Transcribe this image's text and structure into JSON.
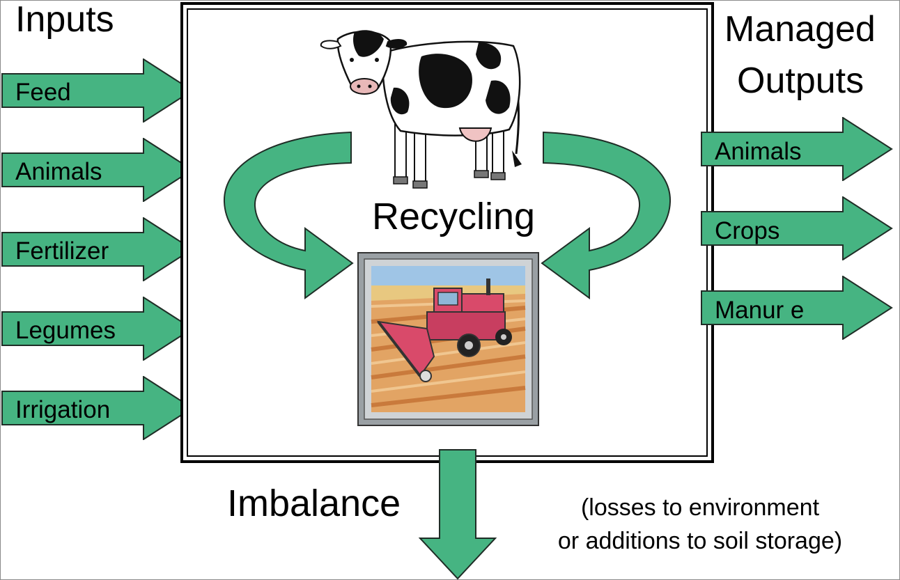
{
  "headings": {
    "inputs": "Inputs",
    "outputs_line1": "Managed",
    "outputs_line2": "Outputs"
  },
  "inputs": [
    {
      "label": "Feed"
    },
    {
      "label": "Animals"
    },
    {
      "label": "Fertilizer"
    },
    {
      "label": "Legumes"
    },
    {
      "label": "Irrigation"
    }
  ],
  "outputs": [
    {
      "label": "Animals"
    },
    {
      "label": "Crops"
    },
    {
      "label": "Manur e"
    }
  ],
  "center": {
    "recycling": "Recycling"
  },
  "imbalance": {
    "label": "Imbalance",
    "note_line1": "(losses to environment",
    "note_line2": "or additions to soil storage)"
  },
  "colors": {
    "arrow_fill": "#46b482",
    "arrow_stroke": "#1f2d26",
    "box_border": "#000000"
  }
}
